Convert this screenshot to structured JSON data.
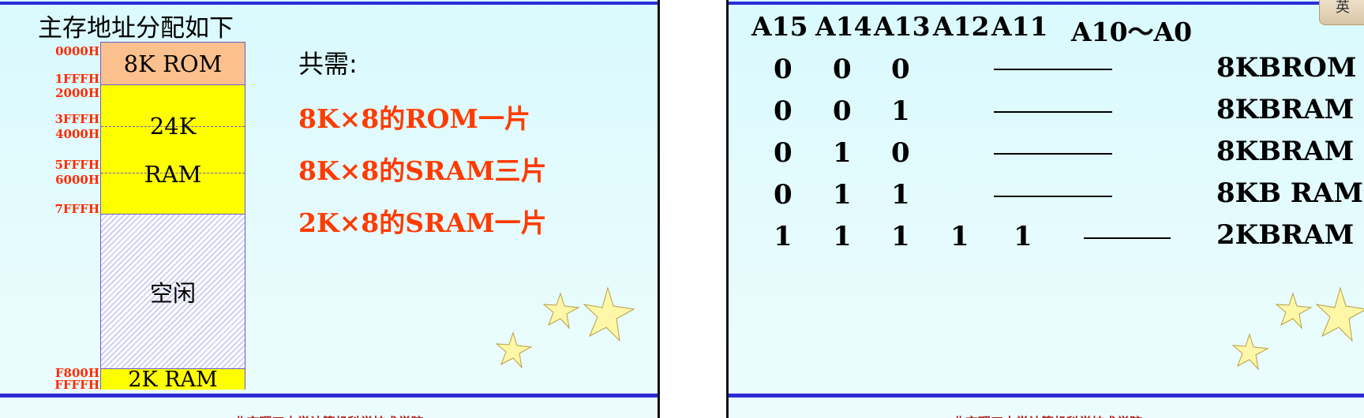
{
  "left_slide": {
    "title": "主存地址分配如下",
    "memory_map": {
      "rom_label": "8K ROM",
      "ram_label_1": "24K",
      "ram_label_2": "RAM",
      "idle_label": "空闲",
      "small_label": "2K RAM"
    },
    "addresses": [
      "0000H",
      "1FFFH",
      "2000H",
      "3FFFH",
      "4000H",
      "5FFFH",
      "6000H",
      "7FFFH",
      "F800H",
      "FFFFH"
    ],
    "need_label": "共需:",
    "chips": [
      "8K×8的ROM一片",
      "8K×8的SRAM三片",
      "2K×8的SRAM一片"
    ],
    "footer": "北京理工大学计算机科学技术学院"
  },
  "right_slide": {
    "headers": [
      "A15",
      "A14",
      "A13",
      "A12",
      "A11",
      "A10～A0"
    ],
    "rows": [
      {
        "a15": "0",
        "a14": "0",
        "a13": "0",
        "a12": "",
        "a11": "",
        "result": "8KBROM"
      },
      {
        "a15": "0",
        "a14": "0",
        "a13": "1",
        "a12": "",
        "a11": "",
        "result": "8KBRAM"
      },
      {
        "a15": "0",
        "a14": "1",
        "a13": "0",
        "a12": "",
        "a11": "",
        "result": "8KBRAM"
      },
      {
        "a15": "0",
        "a14": "1",
        "a13": "1",
        "a12": "",
        "a11": "",
        "result": "8KB RAM"
      },
      {
        "a15": "1",
        "a14": "1",
        "a13": "1",
        "a12": "1",
        "a11": "1",
        "result": "2KBRAM"
      }
    ],
    "ime_label": "英",
    "footer": "北京理工大学计算机科学技术学院"
  },
  "colors": {
    "accent_bar": "#2b2bd6",
    "chip_text": "#ff3b00",
    "rom_fill": "#fcc08e",
    "ram_fill": "#ffff00",
    "background": "#dffbfd"
  }
}
